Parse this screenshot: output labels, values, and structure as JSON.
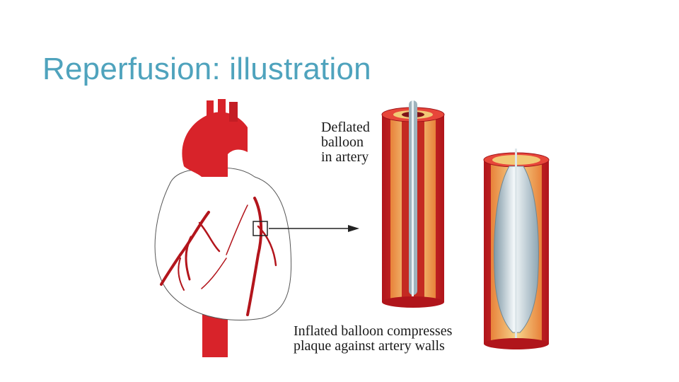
{
  "slide": {
    "title": "Reperfusion: illustration"
  },
  "figure": {
    "deflated_label_lines": [
      "Deflated",
      "balloon",
      "in artery"
    ],
    "inflated_label_lines": [
      "Inflated balloon compresses",
      "plaque against artery walls"
    ]
  },
  "colors": {
    "title": "#4fa3bd",
    "artery_red": "#d8232a",
    "plaque_yellow": "#f3c56a",
    "balloon": "#c9d7de"
  }
}
